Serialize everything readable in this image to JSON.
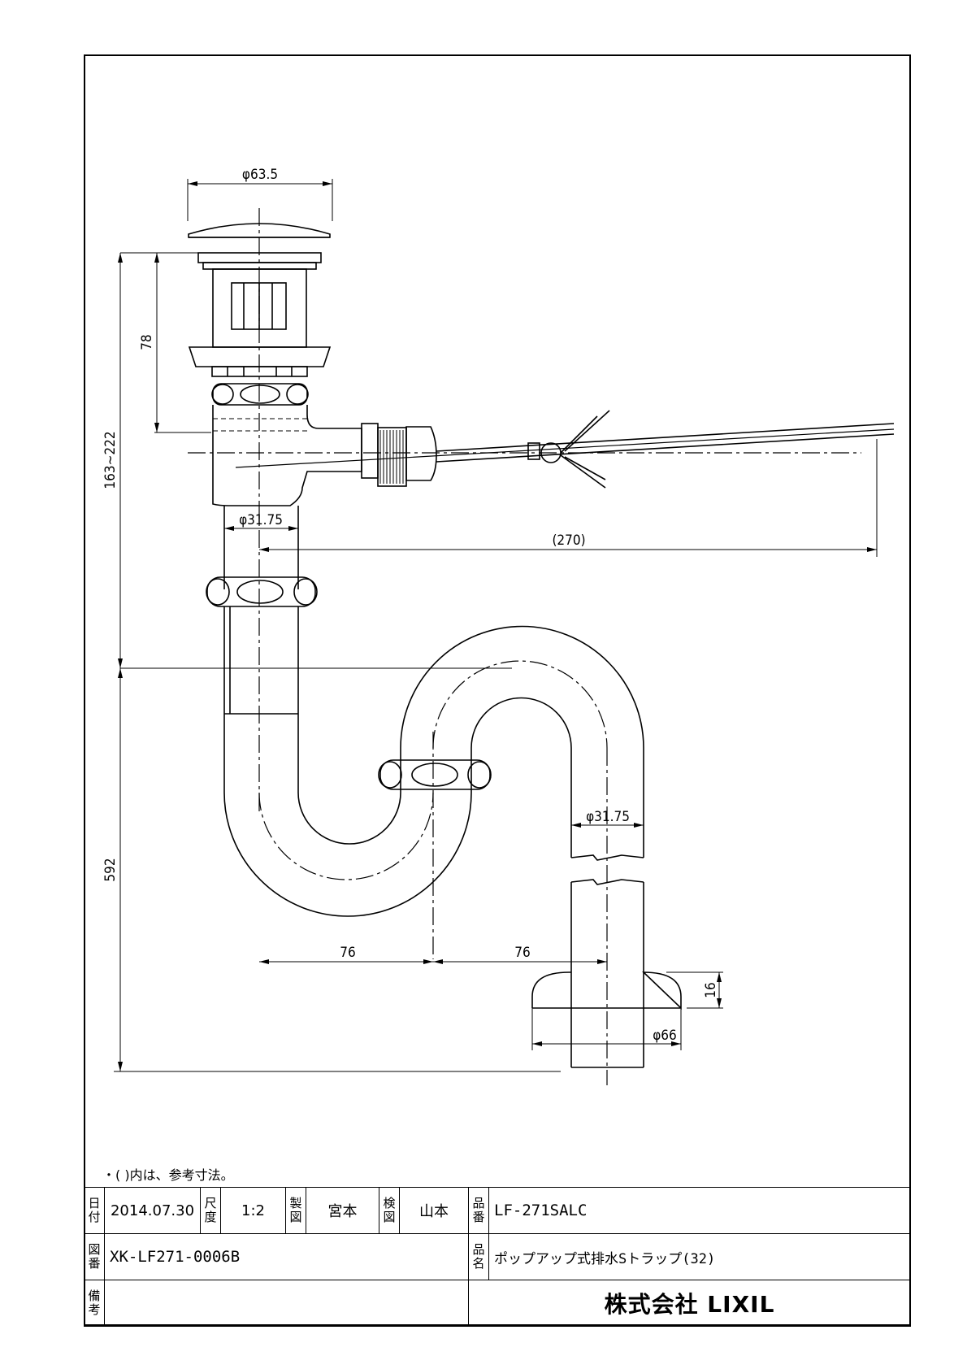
{
  "dimensions": {
    "cap_dia": "φ63.5",
    "h78": "78",
    "h163": "163~222",
    "pipe_dia_upper": "φ31.75",
    "lever_len": "(270)",
    "h592": "592",
    "pipe_dia_lower": "φ31.75",
    "offset1": "76",
    "offset2": "76",
    "flange_h": "16",
    "flange_dia": "φ66"
  },
  "note": "・( )内は、参考寸法。",
  "title_block": {
    "date_label": [
      "日",
      "付"
    ],
    "date": "2014.07.30",
    "scale_label": [
      "尺",
      "度"
    ],
    "scale": "1:2",
    "drawn_label": [
      "製",
      "図"
    ],
    "drawn_by": "宮本",
    "checked_label": [
      "検",
      "図"
    ],
    "checked_by": "山本",
    "part_no_label": [
      "品",
      "番"
    ],
    "part_no": "LF-271SALC",
    "drawing_no_label": [
      "図",
      "番"
    ],
    "drawing_no": "XK-LF271-0006B",
    "name_label": [
      "品",
      "名"
    ],
    "name": "ポップアップ式排水Sトラップ(32)",
    "remarks_label": [
      "備",
      "考"
    ],
    "company": "株式会社 LIXIL"
  }
}
